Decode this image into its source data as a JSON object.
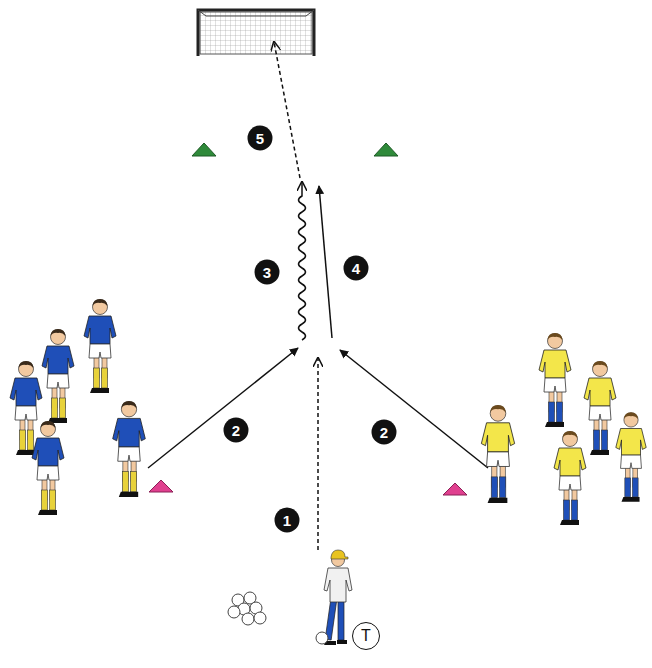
{
  "diagram": {
    "labels": [
      "5",
      "3",
      "4",
      "2",
      "2",
      "1",
      "T"
    ]
  }
}
